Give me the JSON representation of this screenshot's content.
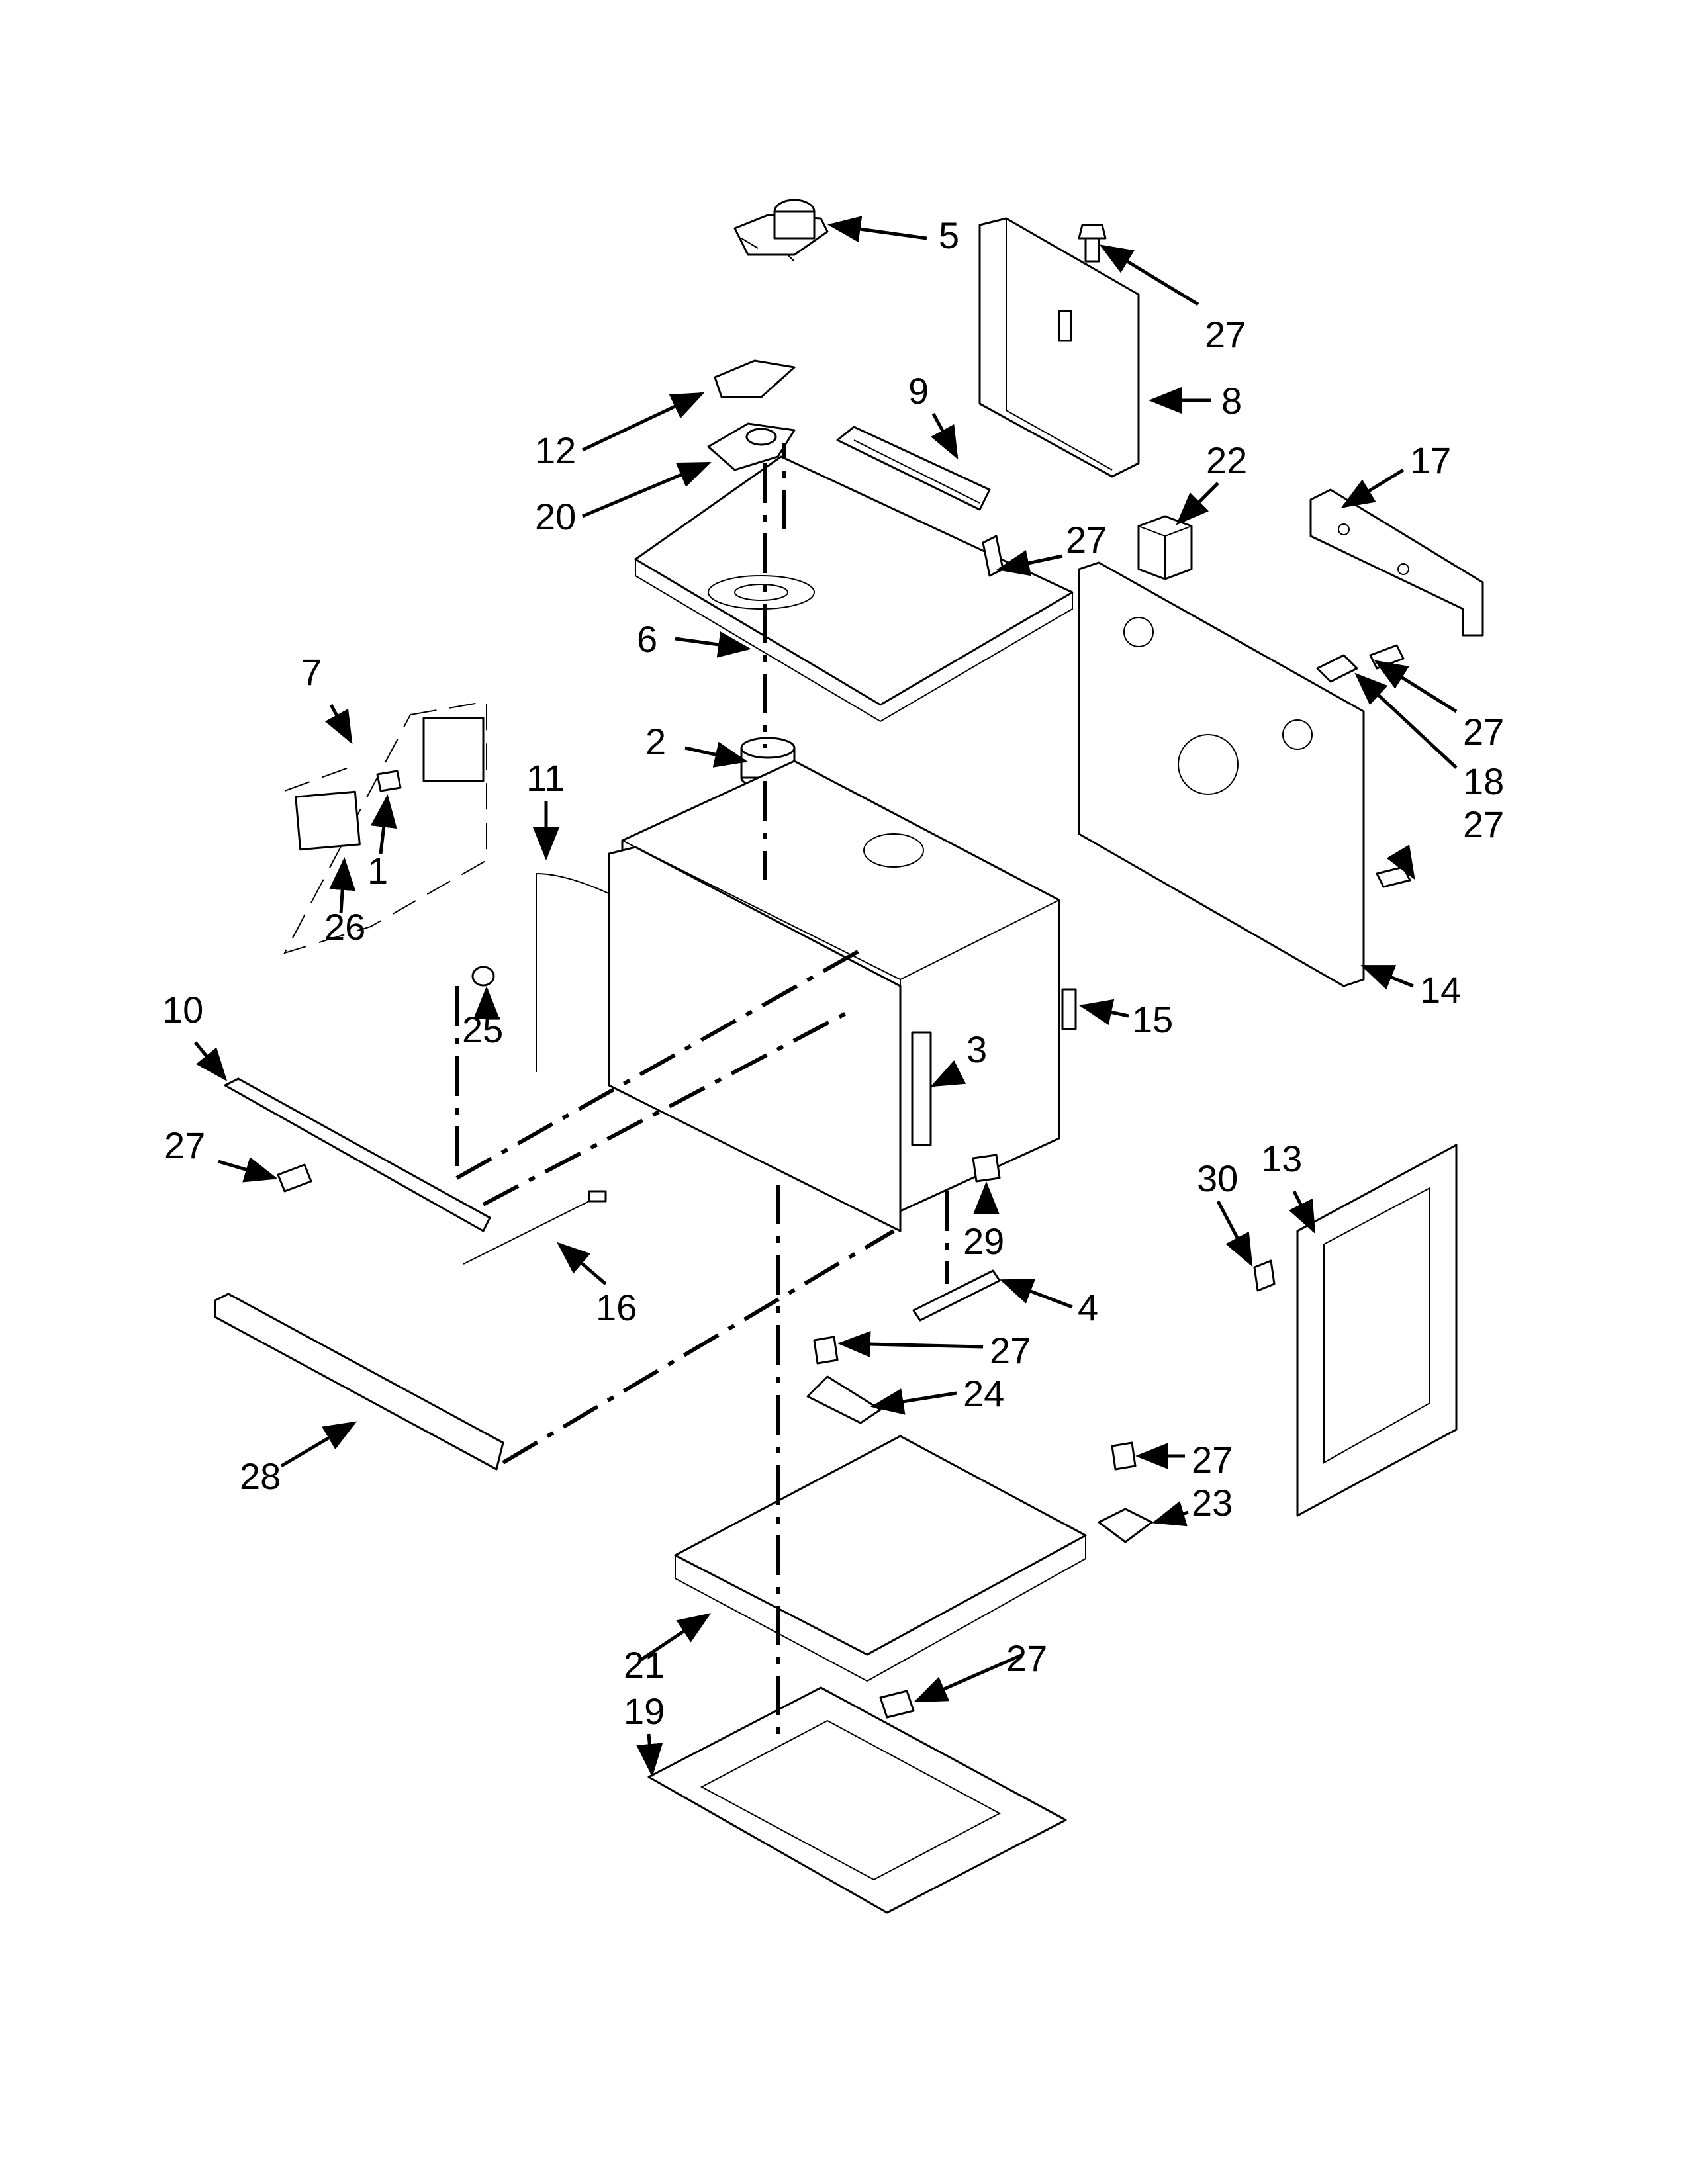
{
  "diagram": {
    "type": "exploded parts diagram",
    "callouts": [
      {
        "id": "c5a",
        "text": "5"
      },
      {
        "id": "c27a",
        "text": "27"
      },
      {
        "id": "c8",
        "text": "8"
      },
      {
        "id": "c9",
        "text": "9"
      },
      {
        "id": "c12",
        "text": "12"
      },
      {
        "id": "c20",
        "text": "20"
      },
      {
        "id": "c22",
        "text": "22"
      },
      {
        "id": "c17",
        "text": "17"
      },
      {
        "id": "c27b",
        "text": "27"
      },
      {
        "id": "c6",
        "text": "6"
      },
      {
        "id": "c7",
        "text": "7"
      },
      {
        "id": "c2",
        "text": "2"
      },
      {
        "id": "c27c",
        "text": "27"
      },
      {
        "id": "c18",
        "text": "18"
      },
      {
        "id": "c11",
        "text": "11"
      },
      {
        "id": "c1",
        "text": "1"
      },
      {
        "id": "c26",
        "text": "26"
      },
      {
        "id": "c27d",
        "text": "27"
      },
      {
        "id": "c25",
        "text": "25"
      },
      {
        "id": "c15",
        "text": "15"
      },
      {
        "id": "c14",
        "text": "14"
      },
      {
        "id": "c10",
        "text": "10"
      },
      {
        "id": "c3",
        "text": "3"
      },
      {
        "id": "c27e",
        "text": "27"
      },
      {
        "id": "c13",
        "text": "13"
      },
      {
        "id": "c30",
        "text": "30"
      },
      {
        "id": "c29",
        "text": "29"
      },
      {
        "id": "c16",
        "text": "16"
      },
      {
        "id": "c4",
        "text": "4"
      },
      {
        "id": "c27f",
        "text": "27"
      },
      {
        "id": "c24",
        "text": "24"
      },
      {
        "id": "c28",
        "text": "28"
      },
      {
        "id": "c27g",
        "text": "27"
      },
      {
        "id": "c23",
        "text": "23"
      },
      {
        "id": "c27h",
        "text": "27"
      },
      {
        "id": "c21",
        "text": "21"
      },
      {
        "id": "c19",
        "text": "19"
      }
    ]
  }
}
